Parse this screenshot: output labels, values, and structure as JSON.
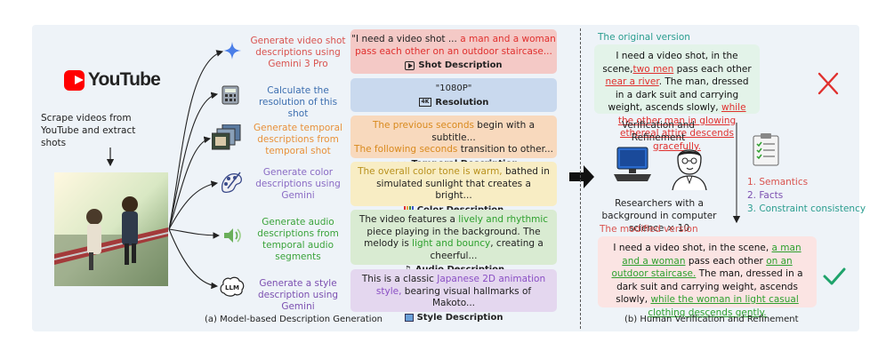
{
  "left": {
    "youtube_word": "YouTube",
    "scrape_text": "Scrape videos from YouTube and extract shots",
    "caption": "(a) Model-based Description Generation",
    "steps": [
      {
        "label": "Generate video shot descriptions using Gemini 3 Pro",
        "icon": "gemini-star-icon"
      },
      {
        "label": "Calculate the resolution of this shot",
        "icon": "calculator-icon"
      },
      {
        "label": "Generate temporal descriptions from temporal shot",
        "icon": "film-frames-icon"
      },
      {
        "label": "Generate color descriptions using Gemini",
        "icon": "color-palette-icon"
      },
      {
        "label": "Generate audio descriptions from temporal audio segments",
        "icon": "speaker-icon"
      },
      {
        "label": "Generate a style description using Gemini",
        "icon": "llm-brain-icon"
      }
    ],
    "descriptions": [
      {
        "pre": "\"I need a video shot ... ",
        "hl": "a man and a woman pass each other on an outdoor staircase...",
        "post": "",
        "title": "Shot Description",
        "bg": "#f4c9c6"
      },
      {
        "pre": "\"1080P\"",
        "hl": "",
        "post": "",
        "title": "Resolution",
        "bg": "#c9d9ee"
      },
      {
        "hl1": "The previous seconds",
        "mid1": " begin with a subtitle...",
        "hl2": "The following seconds",
        "mid2": " transition to other...",
        "title": "Temporal Description",
        "bg": "#f8d9bd"
      },
      {
        "hl": "The overall color tone is warm,",
        "post": " bathed in simulated sunlight that creates a bright...",
        "title": "Color Description",
        "bg": "#f8edc4"
      },
      {
        "pre": "The video features a ",
        "hl1": "lively and rhythmic",
        "mid": " piece playing in the background. The melody is ",
        "hl2": "light and bouncy",
        "post": ", creating a cheerful...",
        "title": "Audio Description",
        "bg": "#d9ebd2"
      },
      {
        "pre": "This is a classic ",
        "hl": "Japanese 2D animation style,",
        "post": " bearing visual hallmarks of Makoto...",
        "title": "Style Description",
        "bg": "#e4d7ef"
      }
    ]
  },
  "right": {
    "original_label": "The original version",
    "original": {
      "t1": "I need a video shot, in the scene,",
      "u1": "two men",
      "t2": " pass each other ",
      "u2": "near a river",
      "t3": ". The man, dressed in a dark suit and carrying weight, ascends slowly, ",
      "u3": "while the other man in glowing ethereal attire descends gracefully."
    },
    "verification_label": "Verification and Refinement",
    "researchers_label": "Researchers with a background in computer science × 10",
    "checks": [
      "1. Semantics",
      "2. Facts",
      "3. Constraint consistency"
    ],
    "modified_label": "The modified version",
    "modified": {
      "t1": "I need a video shot, in the scene, ",
      "u1": "a man and a woman",
      "t2": " pass each other ",
      "u2": "on an outdoor staircase.",
      "t3": " The man, dressed in a dark suit and carrying weight, ascends slowly, ",
      "u3": "while the woman in light casual clothing descends gently."
    },
    "caption": "(b) Human Verification and Refinement"
  },
  "colors": {
    "original_box": "#e3f3e9",
    "modified_box": "#fbe4e3",
    "cross": "#e0302e",
    "check": "#1fa36b"
  }
}
